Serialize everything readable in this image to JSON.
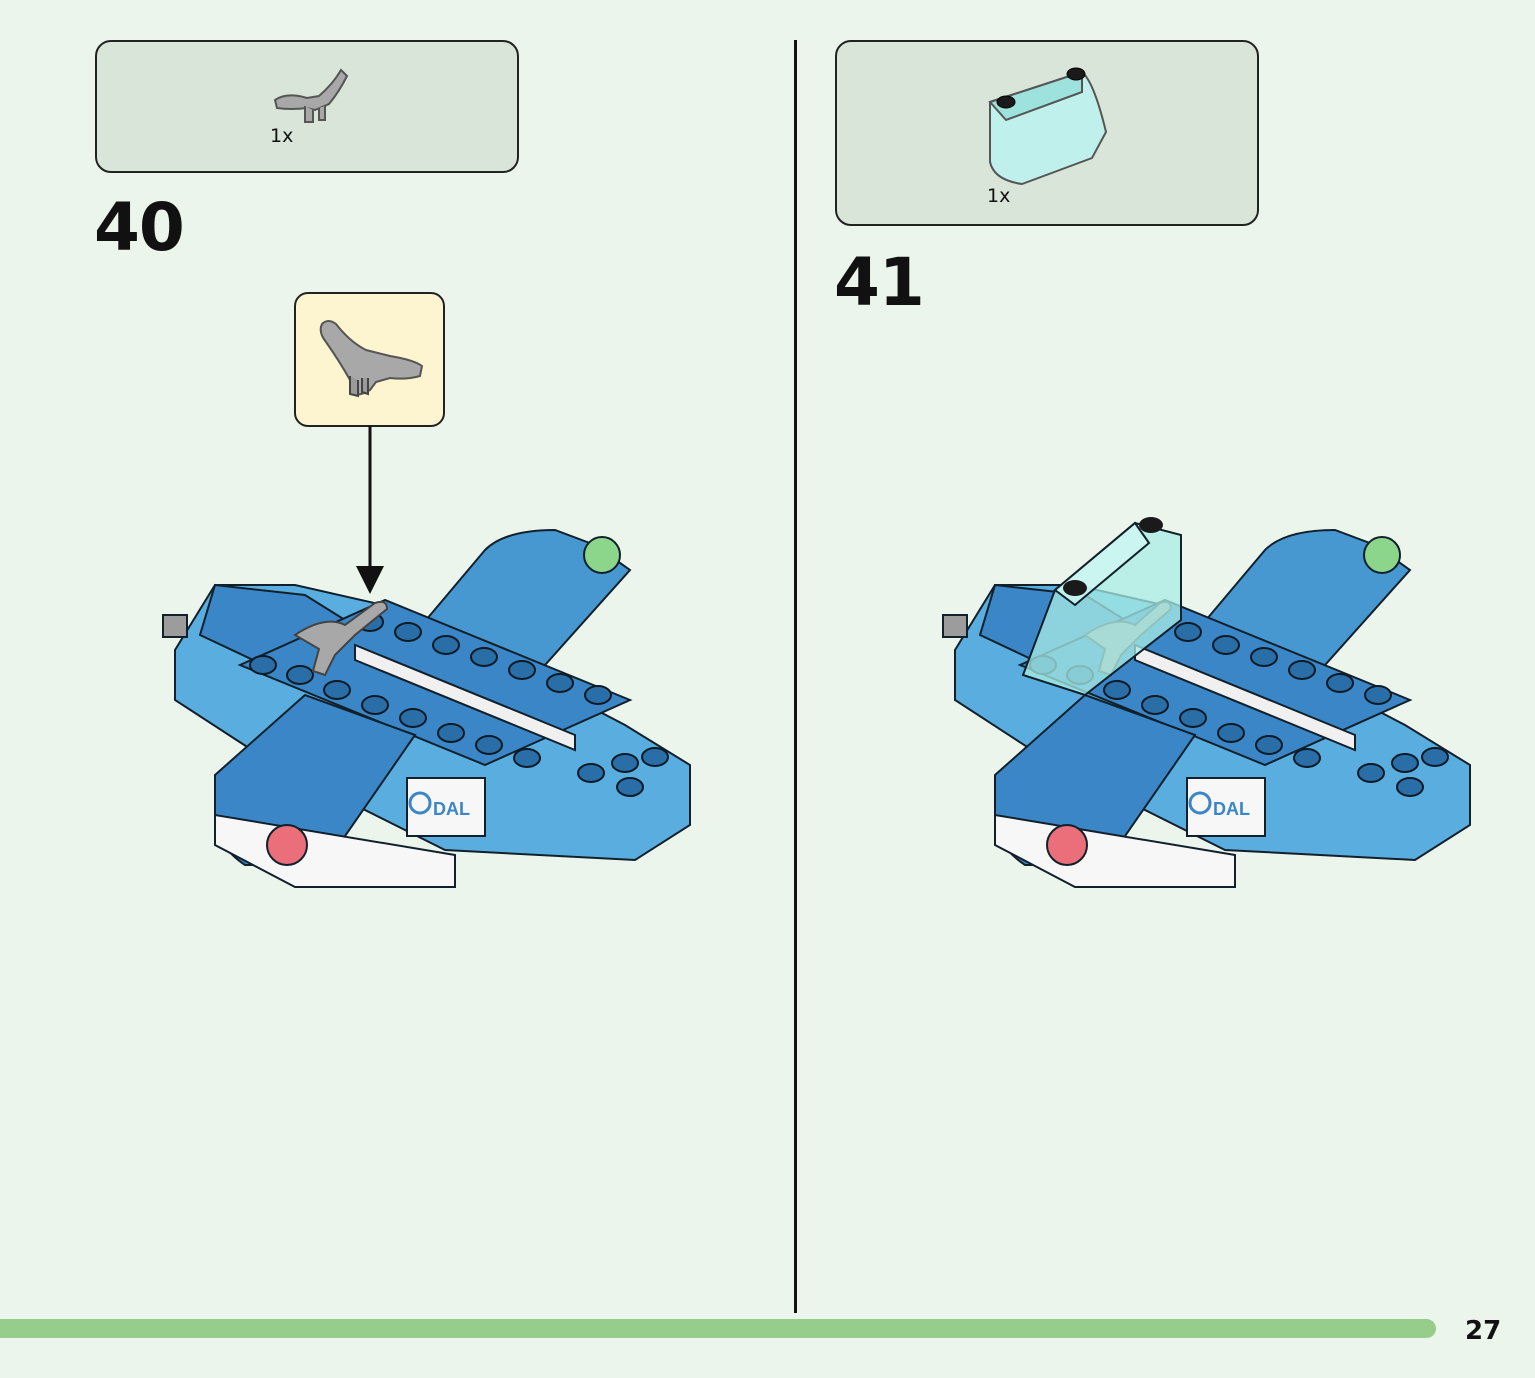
{
  "steps": [
    {
      "number": "40",
      "parts": [
        {
          "qty": "1x",
          "part": "gray-steering-wheel-part"
        }
      ]
    },
    {
      "number": "41",
      "parts": [
        {
          "qty": "1x",
          "part": "trans-light-blue-windscreen-part"
        }
      ]
    }
  ],
  "page": {
    "number": "27",
    "progress": 0.935
  },
  "colors": {
    "background": "#ecf5ec",
    "parts_box": "#d9e5d8",
    "callout": "#fdf5cf",
    "brick_blue": "#3a86c6",
    "progress_bar": "#96cd8a"
  }
}
